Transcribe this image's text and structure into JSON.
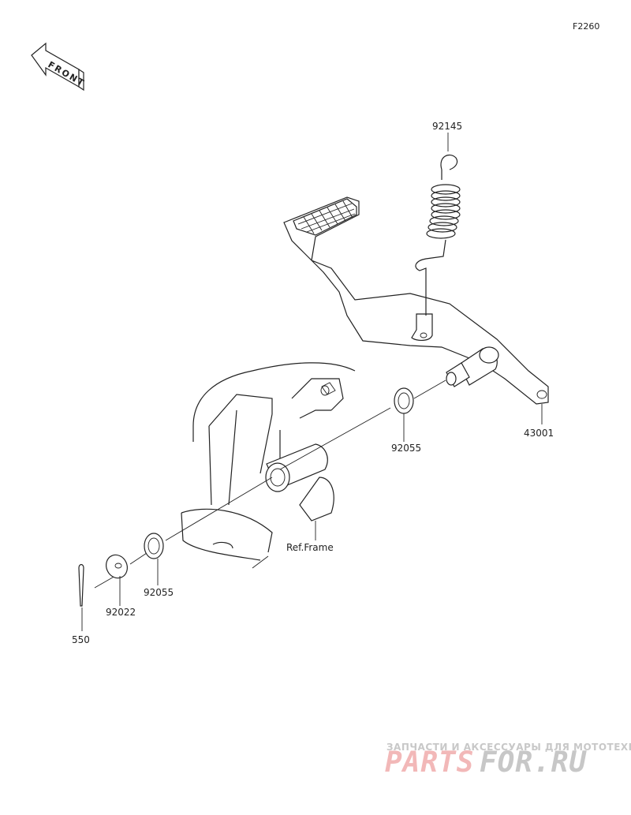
{
  "diagram": {
    "code": "F2260",
    "front_label": "FRONT",
    "ref_label": "Ref.Frame",
    "callouts": [
      {
        "id": "spring",
        "part": "92145"
      },
      {
        "id": "pedal",
        "part": "43001"
      },
      {
        "id": "washer_right",
        "part": "92055"
      },
      {
        "id": "washer_left",
        "part": "92055"
      },
      {
        "id": "washer_flat",
        "part": "92022"
      },
      {
        "id": "cotter_pin",
        "part": "550"
      }
    ]
  },
  "watermark": {
    "tagline": "ЗАПЧАСТИ И АКСЕССУАРЫ ДЛЯ МОТОТЕХНИКИ",
    "brand_left": "PARTS",
    "brand_right": "FOR.RU",
    "color_left": "#f2b8b8",
    "color_right": "#c7c7c7"
  }
}
